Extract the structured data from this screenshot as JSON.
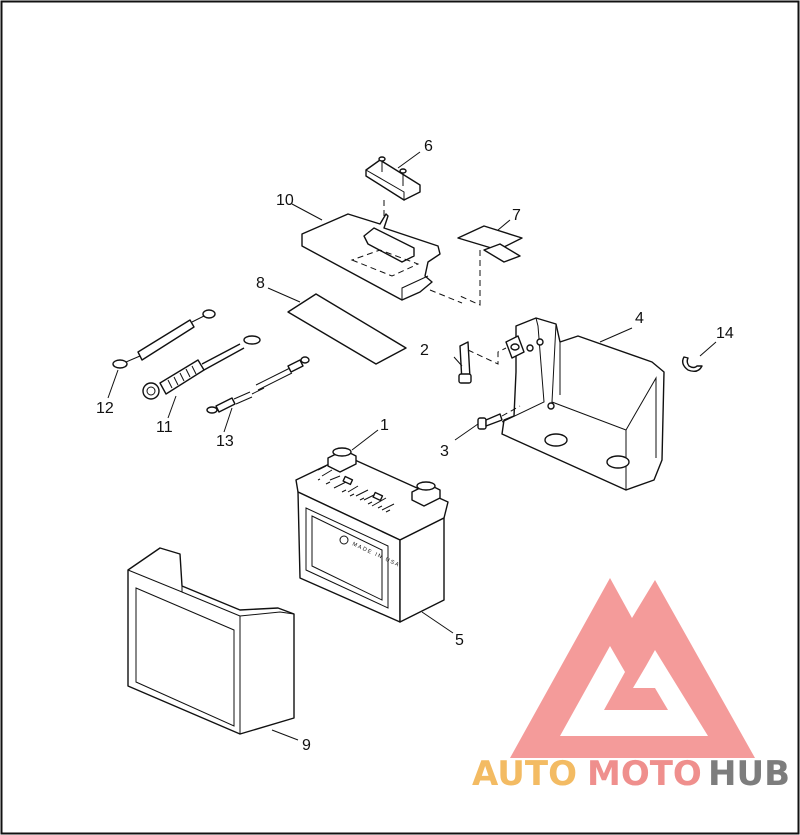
{
  "callouts": [
    {
      "id": "1",
      "label": "1"
    },
    {
      "id": "2",
      "label": "2"
    },
    {
      "id": "3",
      "label": "3"
    },
    {
      "id": "4",
      "label": "4"
    },
    {
      "id": "5",
      "label": "5"
    },
    {
      "id": "6",
      "label": "6"
    },
    {
      "id": "7",
      "label": "7"
    },
    {
      "id": "8",
      "label": "8"
    },
    {
      "id": "9",
      "label": "9"
    },
    {
      "id": "10",
      "label": "10"
    },
    {
      "id": "11",
      "label": "11"
    },
    {
      "id": "12",
      "label": "12"
    },
    {
      "id": "13",
      "label": "13"
    },
    {
      "id": "14",
      "label": "14"
    }
  ],
  "battery_emboss": "MADE IN USA",
  "watermark": {
    "word1": "AUTO",
    "word2": "MOTO",
    "word3": "HUB",
    "colors": {
      "auto": "#f3bb63",
      "moto": "#ef8f8d",
      "hub": "#7d7d7d",
      "logo": "#f28a88"
    }
  }
}
